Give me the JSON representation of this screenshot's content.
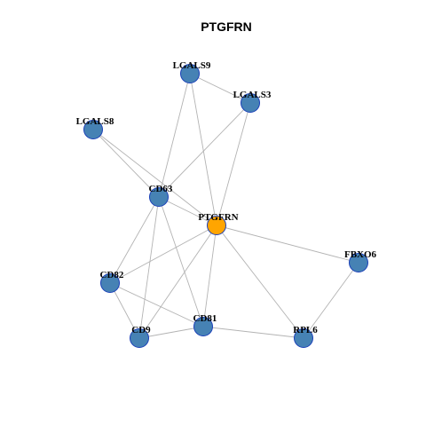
{
  "title": "PTGFRN",
  "colors": {
    "center_node": "#ffa500",
    "node": "#4682b4",
    "node_border": "#1a3fb8",
    "edge": "#b3b3b3"
  },
  "nodes": [
    {
      "id": "LGALS9",
      "label": "LGALS9",
      "center": false
    },
    {
      "id": "LGALS3",
      "label": "LGALS3",
      "center": false
    },
    {
      "id": "LGALS8",
      "label": "LGALS8",
      "center": false
    },
    {
      "id": "CD63",
      "label": "CD63",
      "center": false
    },
    {
      "id": "PTGFRN",
      "label": "PTGFRN",
      "center": true
    },
    {
      "id": "FBXO6",
      "label": "FBXO6",
      "center": false
    },
    {
      "id": "CD82",
      "label": "CD82",
      "center": false
    },
    {
      "id": "CD81",
      "label": "CD81",
      "center": false
    },
    {
      "id": "CD9",
      "label": "CD9",
      "center": false
    },
    {
      "id": "RPL6",
      "label": "RPL6",
      "center": false
    }
  ],
  "edges": [
    [
      "LGALS9",
      "LGALS3"
    ],
    [
      "LGALS9",
      "CD63"
    ],
    [
      "LGALS9",
      "PTGFRN"
    ],
    [
      "LGALS3",
      "CD63"
    ],
    [
      "LGALS3",
      "PTGFRN"
    ],
    [
      "LGALS8",
      "CD63"
    ],
    [
      "LGALS8",
      "PTGFRN"
    ],
    [
      "CD63",
      "PTGFRN"
    ],
    [
      "CD63",
      "CD82"
    ],
    [
      "CD63",
      "CD9"
    ],
    [
      "CD63",
      "CD81"
    ],
    [
      "PTGFRN",
      "FBXO6"
    ],
    [
      "PTGFRN",
      "CD82"
    ],
    [
      "PTGFRN",
      "CD81"
    ],
    [
      "PTGFRN",
      "CD9"
    ],
    [
      "PTGFRN",
      "RPL6"
    ],
    [
      "FBXO6",
      "RPL6"
    ],
    [
      "CD82",
      "CD9"
    ],
    [
      "CD82",
      "CD81"
    ],
    [
      "CD9",
      "CD81"
    ],
    [
      "CD81",
      "RPL6"
    ]
  ]
}
